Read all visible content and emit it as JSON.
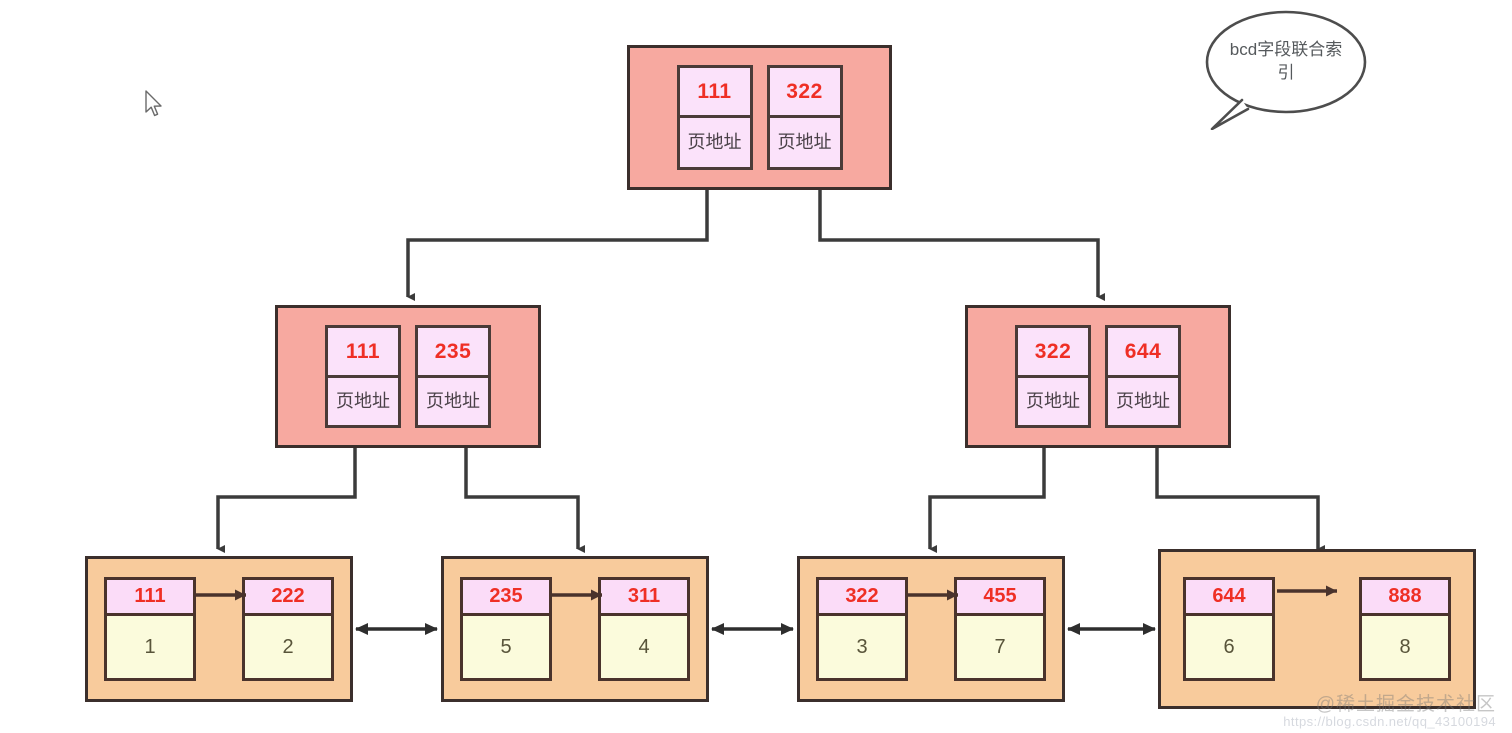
{
  "diagram": {
    "title": "bcd-joint-index-bplus-tree",
    "callout": {
      "text": "bcd字段联合索引",
      "icon": "speech-bubble-icon"
    },
    "pointer_label": "页地址",
    "colors": {
      "internal_fill": "#f7a9a0",
      "internal_cell_fill": "#fbe2fa",
      "leaf_fill": "#f8cb9c",
      "leaf_key_fill": "#fbdcf8",
      "leaf_value_fill": "#fbfbdc",
      "key_text": "#ef2f25",
      "border": "#3b2f2c",
      "background": "#ffffff"
    },
    "root": {
      "name": "root-node",
      "cells": [
        {
          "key": "111",
          "pointer": "页地址"
        },
        {
          "key": "322",
          "pointer": "页地址"
        }
      ]
    },
    "internal_nodes": [
      {
        "name": "internal-node-left",
        "cells": [
          {
            "key": "111",
            "pointer": "页地址"
          },
          {
            "key": "235",
            "pointer": "页地址"
          }
        ]
      },
      {
        "name": "internal-node-right",
        "cells": [
          {
            "key": "322",
            "pointer": "页地址"
          },
          {
            "key": "644",
            "pointer": "页地址"
          }
        ]
      }
    ],
    "leaf_nodes": [
      {
        "name": "leaf-node-1",
        "records": [
          {
            "key": "111",
            "value": "1"
          },
          {
            "key": "222",
            "value": "2"
          }
        ]
      },
      {
        "name": "leaf-node-2",
        "records": [
          {
            "key": "235",
            "value": "5"
          },
          {
            "key": "311",
            "value": "4"
          }
        ]
      },
      {
        "name": "leaf-node-3",
        "records": [
          {
            "key": "322",
            "value": "3"
          },
          {
            "key": "455",
            "value": "7"
          }
        ]
      },
      {
        "name": "leaf-node-4",
        "records": [
          {
            "key": "644",
            "value": "6"
          },
          {
            "key": "888",
            "value": "8"
          }
        ]
      }
    ],
    "watermark": {
      "text": "@稀土掘金技术社区",
      "url": "https://blog.csdn.net/qq_43100194"
    }
  }
}
